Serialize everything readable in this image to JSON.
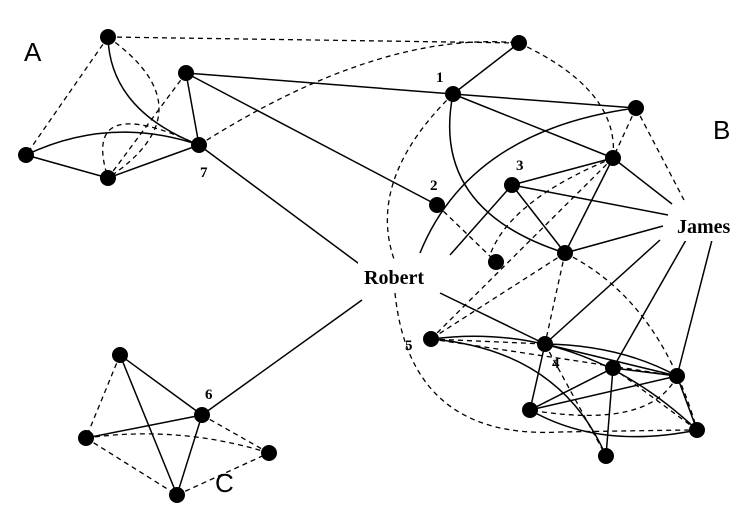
{
  "diagram": {
    "group_labels": {
      "a": "A",
      "b": "B",
      "c": "C"
    },
    "hub_labels": {
      "robert": "Robert",
      "james": "James"
    },
    "node_labels": {
      "n1": "1",
      "n2": "2",
      "n3": "3",
      "n4": "4",
      "n5": "5",
      "n6": "6",
      "n7": "7"
    }
  }
}
